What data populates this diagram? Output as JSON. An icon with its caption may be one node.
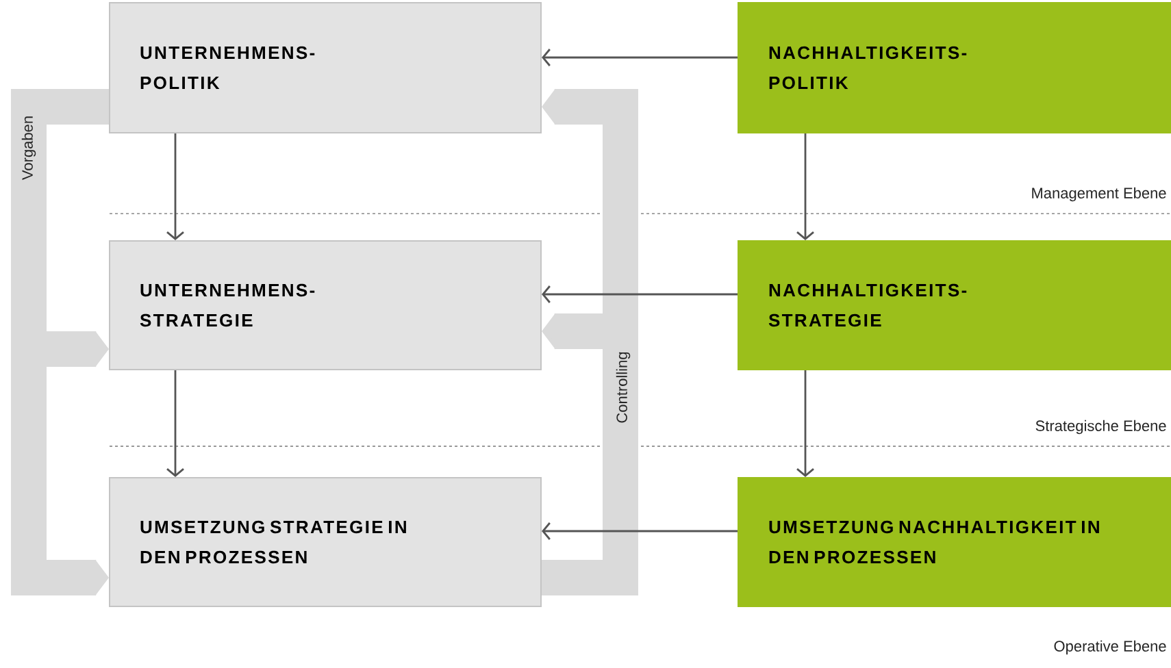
{
  "diagram": {
    "nodes": [
      {
        "text": [
          "UNTERNEHMENS- POLITIK"
        ]
      },
      {
        "text": [
          "NACHHALTIGKEITS- POLITIK"
        ]
      },
      {
        "text": [
          "UNTERNEHMENS- STRATEGIE"
        ]
      },
      {
        "text": [
          "NACHHALTIGKEITS- STRATEGIE"
        ]
      },
      {
        "text": [
          "UMSETZUNG STRATEGIE IN DEN PROZESSEN"
        ]
      },
      {
        "text": [
          "UMSETZUNG NACHHALTIGKEIT IN DEN PROZESSEN"
        ]
      }
    ],
    "edges": [
      {
        "from": 1,
        "to": 0,
        "arrow": "to"
      },
      {
        "from": 0,
        "to": 2,
        "arrow": "to"
      },
      {
        "from": 1,
        "to": 3,
        "arrow": "to"
      },
      {
        "from": 3,
        "to": 2,
        "arrow": "to"
      },
      {
        "from": 2,
        "to": 4,
        "arrow": "to"
      },
      {
        "from": 3,
        "to": 5,
        "arrow": "to"
      },
      {
        "from": 5,
        "to": 4,
        "arrow": "to"
      },
      {
        "from": 0,
        "to": 4,
        "arrow": "to",
        "style": "thick",
        "color": "#dadada"
      },
      {
        "from": 0,
        "to": 2,
        "arrow": "to",
        "style": "thick",
        "color": "#dadada",
        "label": "Vorgaben"
      },
      {
        "from": 4,
        "to": 0,
        "arrow": "to",
        "style": "thick",
        "color": "#dadada"
      },
      {
        "from": 4,
        "to": 2,
        "arrow": "to",
        "style": "thick",
        "color": "#dadada",
        "label": "Controlling"
      }
    ],
    "labels": [
      "Management Ebene",
      "Strategische Ebene",
      "Operative Ebene"
    ]
  }
}
